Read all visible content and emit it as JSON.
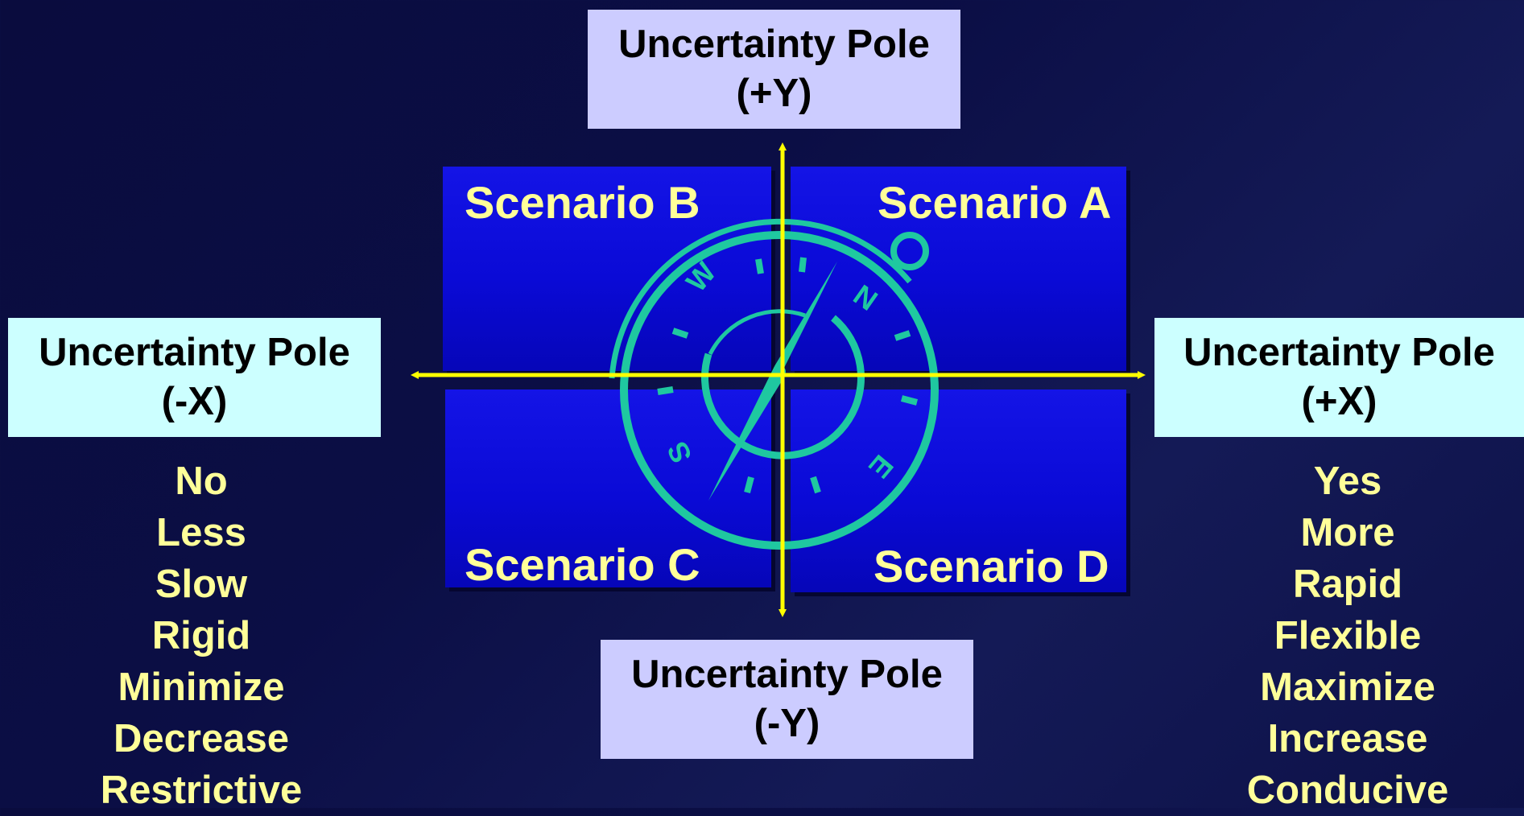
{
  "poles": {
    "top": {
      "line1": "Uncertainty Pole",
      "line2": "(+Y)"
    },
    "bottom": {
      "line1": "Uncertainty Pole",
      "line2": "(-Y)"
    },
    "left": {
      "line1": "Uncertainty Pole",
      "line2": "(-X)"
    },
    "right": {
      "line1": "Uncertainty Pole",
      "line2": "(+X)"
    }
  },
  "scenarios": {
    "a": "Scenario A",
    "b": "Scenario B",
    "c": "Scenario C",
    "d": "Scenario D"
  },
  "left_words": [
    "No",
    "Less",
    "Slow",
    "Rigid",
    "Minimize",
    "Decrease",
    "Restrictive"
  ],
  "right_words": [
    "Yes",
    "More",
    "Rapid",
    "Flexible",
    "Maximize",
    "Increase",
    "Conducive"
  ],
  "compass": {
    "letters": {
      "n": "N",
      "e": "E",
      "s": "S",
      "w": "W"
    }
  },
  "colors": {
    "axis": "#ffff00",
    "compass": "#1fc8a0",
    "quadrant": "#1010e0",
    "scenario_text": "#ffff99",
    "pole_y_fill": "#ccccff",
    "pole_x_fill": "#ccffff"
  }
}
